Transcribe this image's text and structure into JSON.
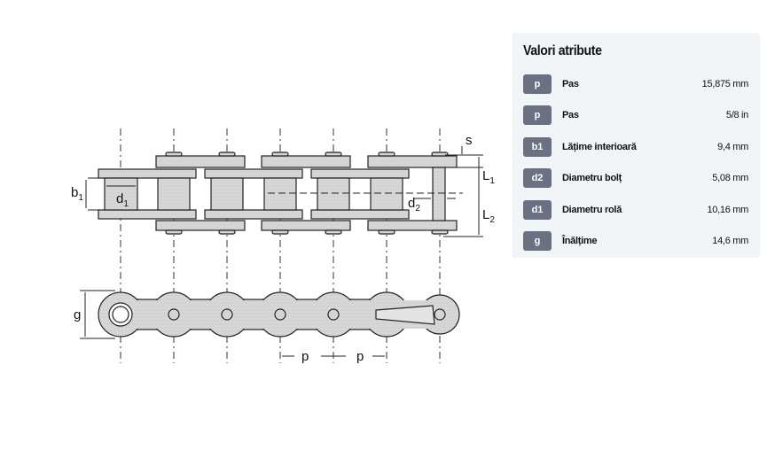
{
  "diagram": {
    "labels": {
      "s": "s",
      "L1": "L",
      "L1_sub": "1",
      "L2": "L",
      "L2_sub": "2",
      "b1": "b",
      "b1_sub": "1",
      "d1": "d",
      "d1_sub": "1",
      "d2": "d",
      "d2_sub": "2",
      "g": "g",
      "p1": "p",
      "p2": "p"
    }
  },
  "panel": {
    "title": "Valori atribute",
    "rows": [
      {
        "badge": "p",
        "name": "Pas",
        "value": "15,875 mm"
      },
      {
        "badge": "p",
        "name": "Pas",
        "value": "5/8 in"
      },
      {
        "badge": "b1",
        "name": "Lățime interioară",
        "value": "9,4 mm"
      },
      {
        "badge": "d2",
        "name": "Diametru bolț",
        "value": "5,08 mm"
      },
      {
        "badge": "d1",
        "name": "Diametru rolă",
        "value": "10,16 mm"
      },
      {
        "badge": "g",
        "name": "Înălțime",
        "value": "14,6 mm"
      }
    ]
  }
}
